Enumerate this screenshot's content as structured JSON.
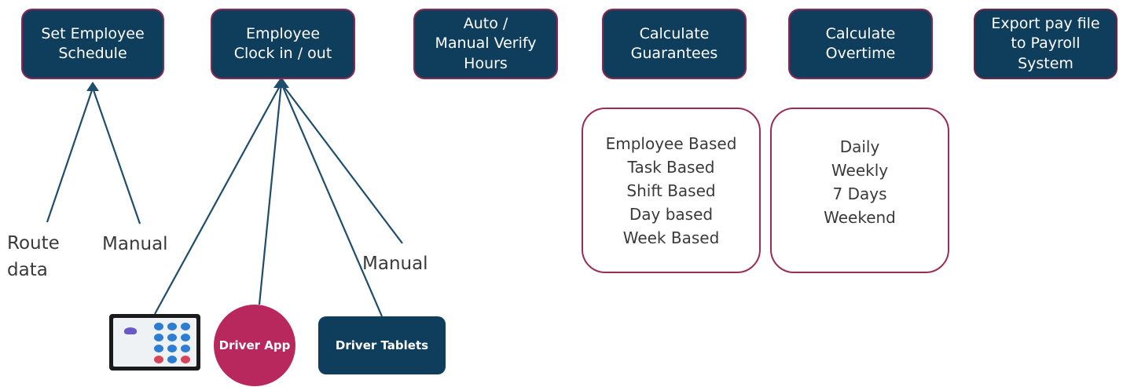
{
  "steps": [
    {
      "id": "set-employee-schedule",
      "label": "Set Employee\nSchedule"
    },
    {
      "id": "employee-clock",
      "label": "Employee\nClock in / out"
    },
    {
      "id": "verify-hours",
      "label": "Auto /\nManual Verify\nHours"
    },
    {
      "id": "calculate-guarantees",
      "label": "Calculate\nGuarantees"
    },
    {
      "id": "calculate-overtime",
      "label": "Calculate\nOvertime"
    },
    {
      "id": "export-pay-file",
      "label": "Export pay file\nto Payroll\nSystem"
    }
  ],
  "guarantees_panel": {
    "items": [
      "Employee Based",
      "Task Based",
      "Shift Based",
      "Day based",
      "Week Based"
    ]
  },
  "overtime_panel": {
    "items": [
      "Daily",
      "Weekly",
      "7 Days",
      "Weekend"
    ]
  },
  "schedule_inputs": {
    "route_data": "Route\ndata",
    "manual": "Manual"
  },
  "clock_inputs": {
    "manual": "Manual",
    "driver_app": "Driver App",
    "driver_tablets": "Driver Tablets",
    "time_clock_icon": "time-clock-tablet-icon"
  },
  "colors": {
    "box_fill": "#0f3d5c",
    "box_border": "#8a2a52",
    "panel_border": "#9a2c57",
    "driver_app": "#b8285c",
    "connector": "#1f4d6b"
  }
}
